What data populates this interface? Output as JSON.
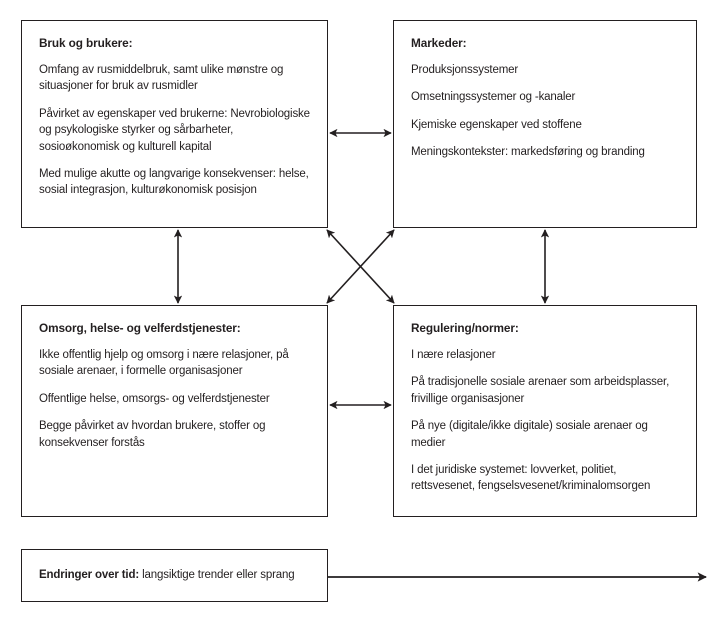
{
  "diagram": {
    "title_text": "",
    "stroke_color": "#231f20",
    "background_color": "#ffffff",
    "boxes": [
      {
        "id": "bruk-og-brukere",
        "heading": "Bruk og brukere:",
        "paragraphs": [
          "Omfang av rusmiddelbruk, samt ulike mønstre og situasjoner for bruk av rusmidler",
          "Påvirket av egenskaper ved brukerne: Nevrobiologiske og psykologiske styrker og sårbarheter, sosioøkonomisk og kulturell kapital",
          "Med mulige akutte og langvarige konsekvenser: helse, sosial integrasjon, kulturøkonomisk posisjon"
        ]
      },
      {
        "id": "markeder",
        "heading": "Markeder:",
        "paragraphs": [
          "Produksjonssystemer",
          "Omsetningssystemer og -kanaler",
          "Kjemiske egenskaper ved stoffene",
          "Meningskontekster: markedsføring og branding"
        ]
      },
      {
        "id": "omsorg-helse-velferdstjenester",
        "heading": "Omsorg, helse- og velferdstjenester:",
        "paragraphs": [
          "Ikke offentlig hjelp og omsorg i nære relasjoner, på sosiale arenaer, i formelle organisasjoner",
          "Offentlige helse, omsorgs- og velferdstjenester",
          "Begge påvirket av hvordan brukere, stoffer og konsekvenser forstås"
        ]
      },
      {
        "id": "regulering-normer",
        "heading": "Regulering/normer:",
        "paragraphs": [
          "I nære relasjoner",
          "På tradisjonelle sosiale arenaer som arbeidsplasser, frivillige organisasjoner",
          "På nye (digitale/ikke digitale) sosiale arenaer og medier",
          "I det juridiske systemet: lovverket, politiet, rettsvesenet, fengselsvesenet/kriminalomsorgen"
        ]
      }
    ],
    "timeline": {
      "label_bold": "Endringer over tid:",
      "label_rest": " langsiktige trender eller sprang"
    },
    "connectors": [
      {
        "id": "top-horizontal",
        "style": "double-arrow",
        "orientation": "horizontal"
      },
      {
        "id": "bottom-horizontal",
        "style": "double-arrow",
        "orientation": "horizontal"
      },
      {
        "id": "left-vertical",
        "style": "double-arrow",
        "orientation": "vertical"
      },
      {
        "id": "right-vertical",
        "style": "double-arrow",
        "orientation": "vertical"
      },
      {
        "id": "diagonal-tl-br",
        "style": "double-arrow",
        "orientation": "diagonal"
      },
      {
        "id": "diagonal-tr-bl",
        "style": "double-arrow",
        "orientation": "diagonal"
      },
      {
        "id": "timeline-arrow",
        "style": "single-arrow",
        "orientation": "horizontal"
      }
    ]
  }
}
